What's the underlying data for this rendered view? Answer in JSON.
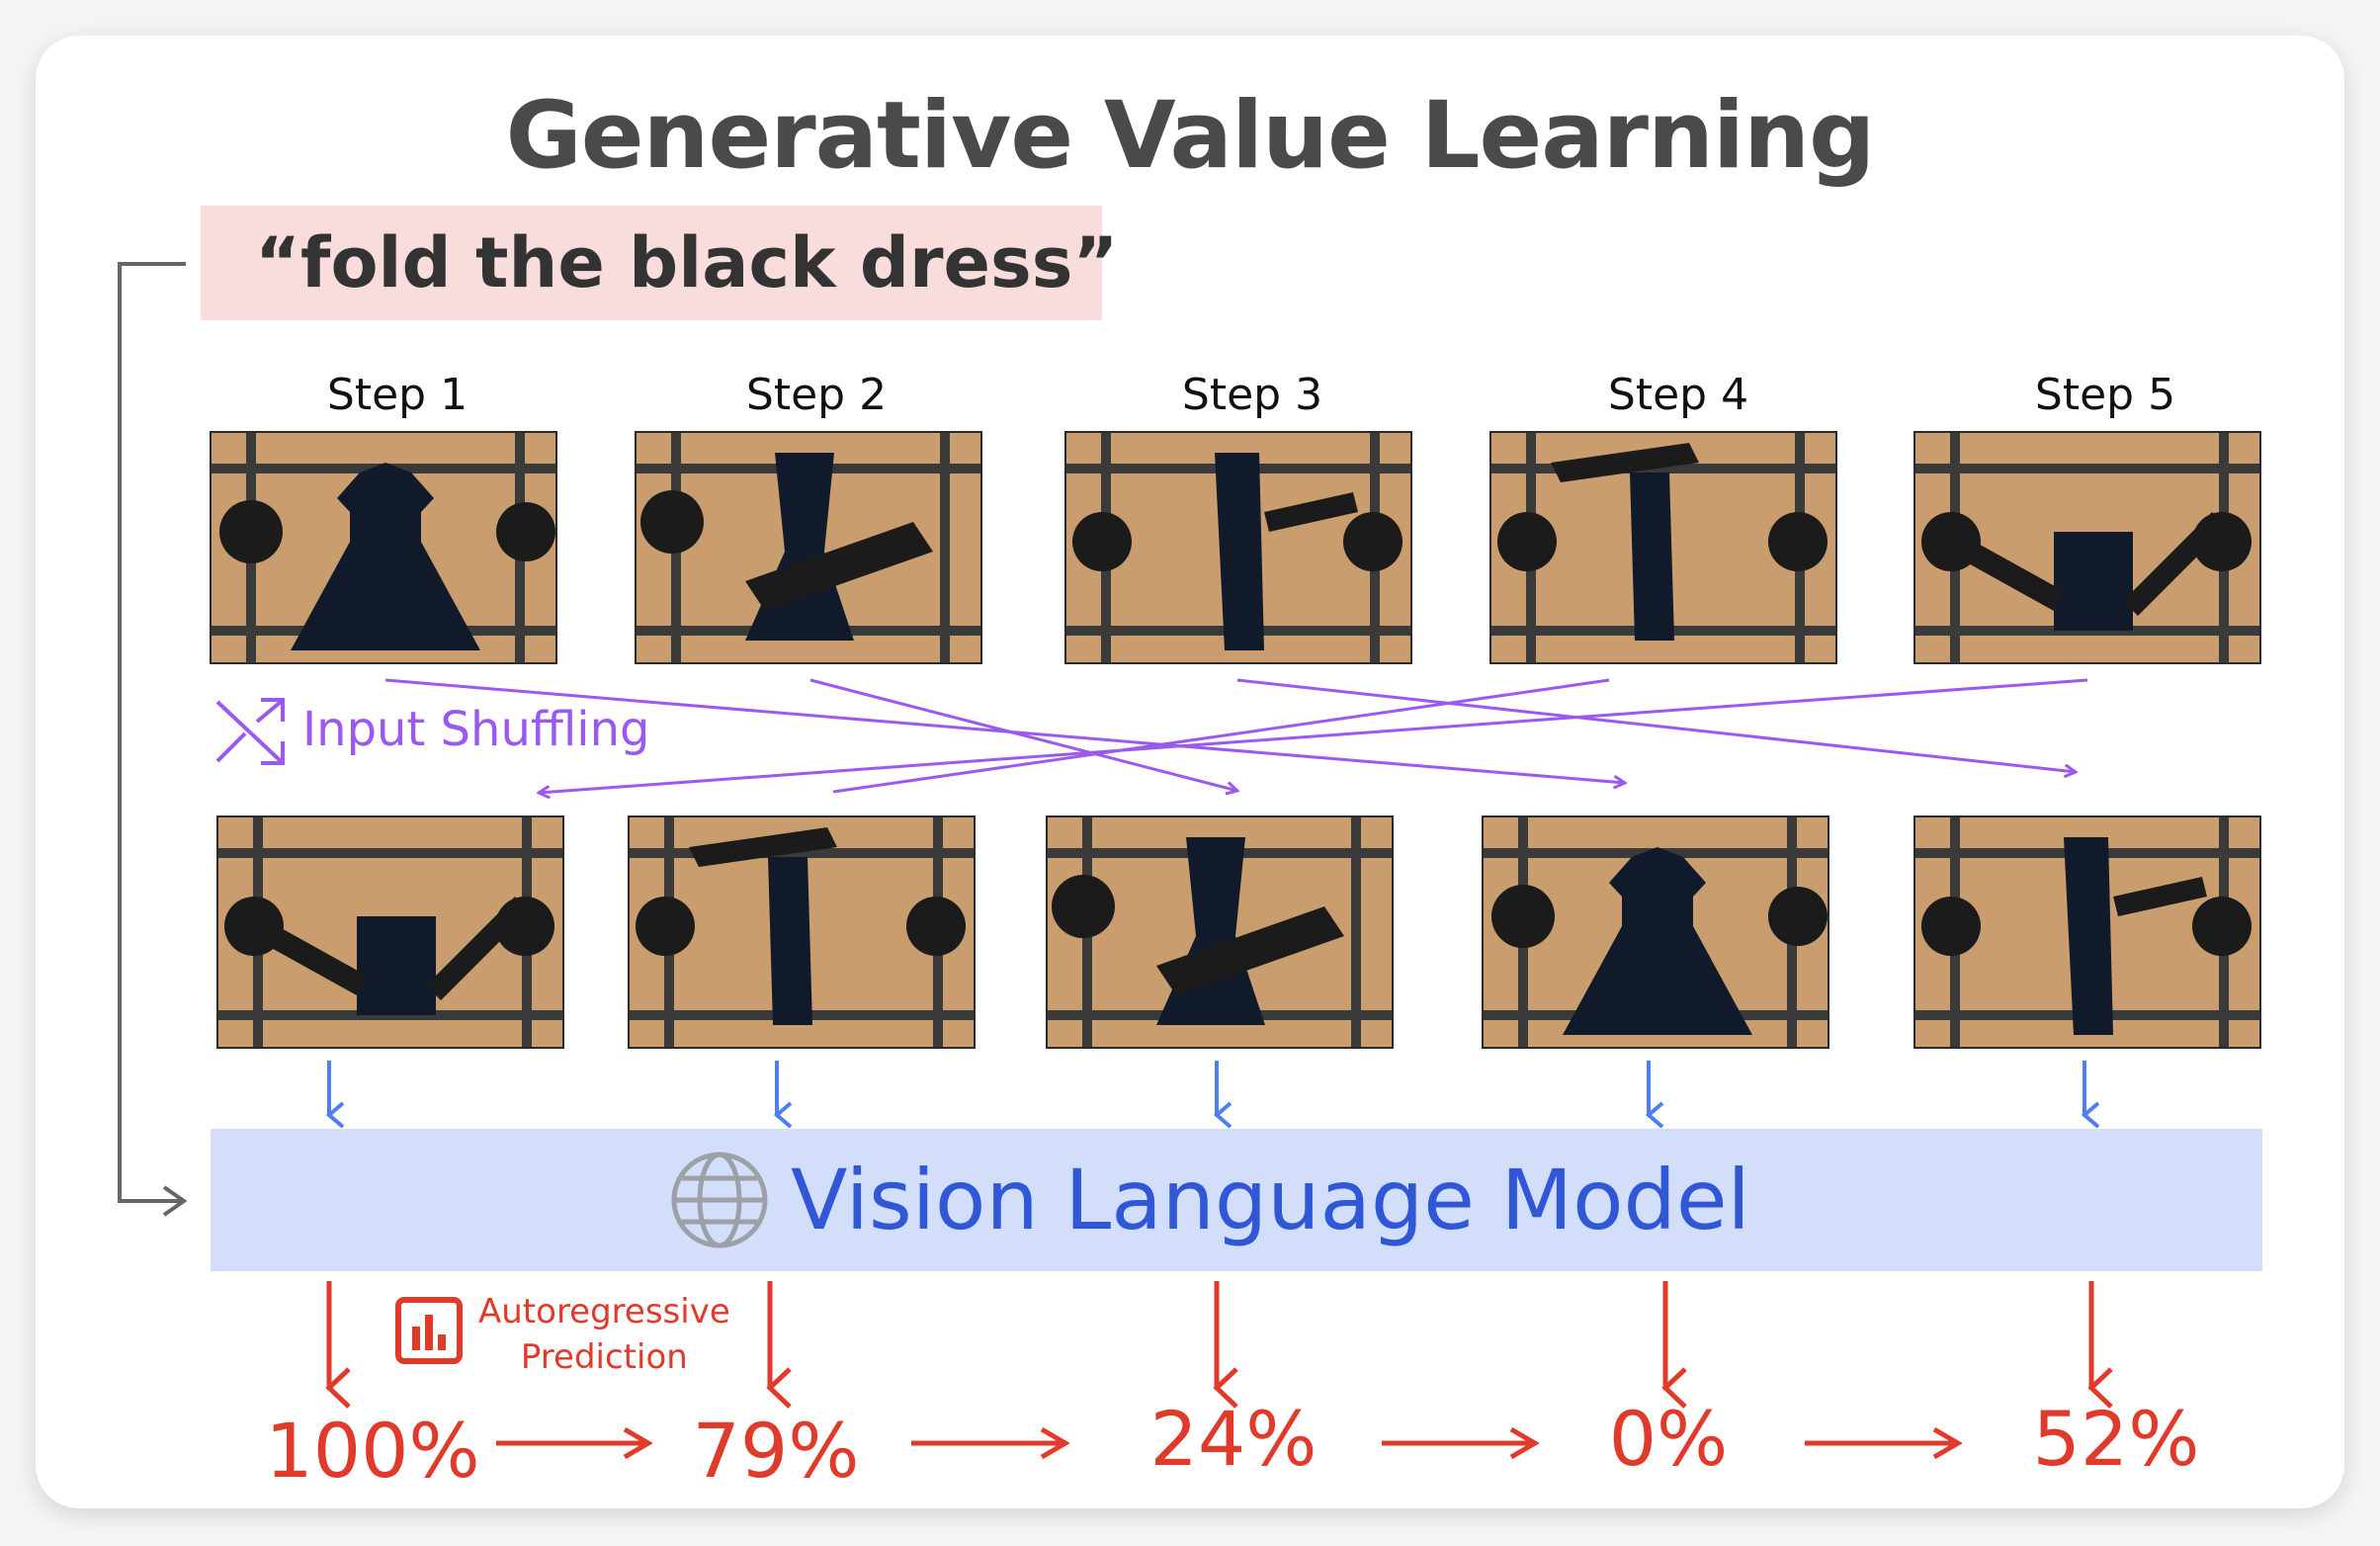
{
  "title": "Generative Value Learning",
  "prompt": "“fold the black dress”",
  "steps": [
    "Step 1",
    "Step 2",
    "Step 3",
    "Step 4",
    "Step 5"
  ],
  "shuffle_label": "Input Shuffling",
  "vlm_label": "Vision Language Model",
  "prediction_label": {
    "line1": "Autoregressive",
    "line2": "Prediction"
  },
  "predictions": [
    "100%",
    "79%",
    "24%",
    "0%",
    "52%"
  ],
  "colors": {
    "shuffle": "#9b59f0",
    "vlm_arrow": "#4d7ff0",
    "prediction": "#e03a2a",
    "context_line": "#666666"
  },
  "icons": [
    "shuffle-icon",
    "globe-icon",
    "bar-chart-icon"
  ]
}
